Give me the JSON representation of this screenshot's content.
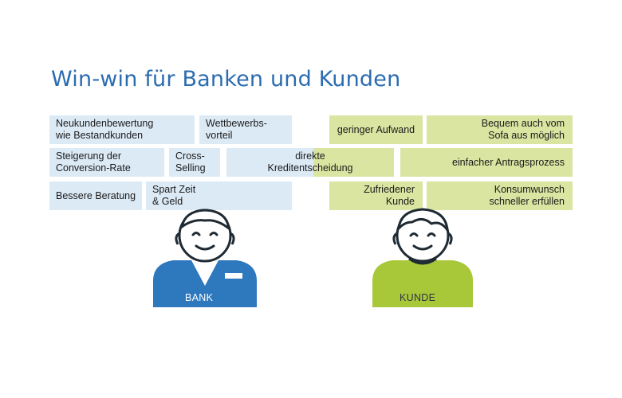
{
  "title": "Win-win für Banken und Kunden",
  "colors": {
    "title": "#2b6cb0",
    "bank_box": "#dceaf6",
    "customer_box": "#d9e5a1",
    "bank_figure": "#2e78bd",
    "customer_figure": "#a8c83a"
  },
  "bank_benefits": [
    "Neukundenbewertung\nwie  Bestandkunden",
    "Wettbewerbs-\nvorteil",
    "Steigerung der\nConversion-Rate",
    "Cross-\nSelling",
    "Bessere Beratung",
    "Spart Zeit\n& Geld"
  ],
  "shared_benefit": "direkte\nKreditentscheidung",
  "customer_benefits": [
    "geringer Aufwand",
    "Bequem auch vom\nSofa aus möglich",
    "einfacher Antragsprozess",
    "Zufriedener\nKunde",
    "Konsumwunsch\nschneller erfüllen"
  ],
  "figures": {
    "bank": {
      "label": "BANK",
      "icon": "bank-employee-icon"
    },
    "customer": {
      "label": "KUNDE",
      "icon": "customer-person-icon"
    }
  }
}
